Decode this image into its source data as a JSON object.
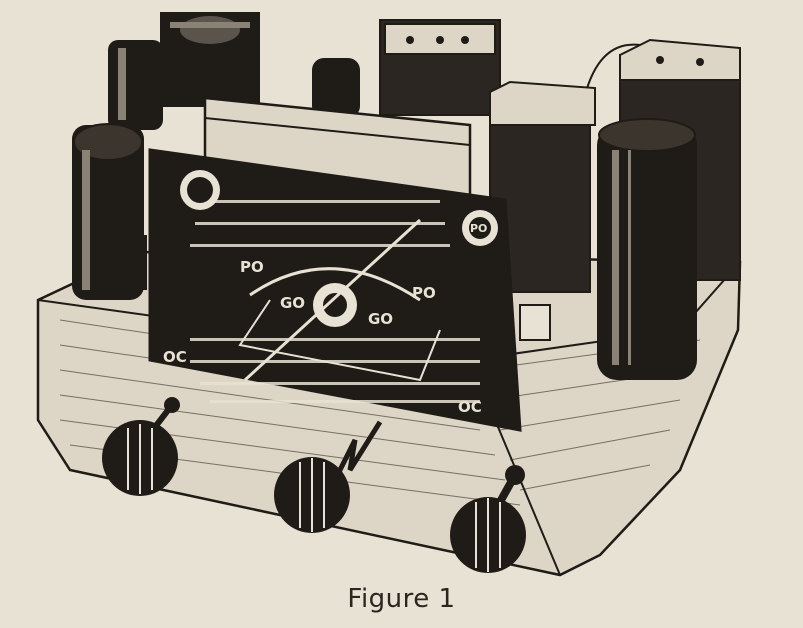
{
  "figure": {
    "caption": "Figure 1"
  },
  "dial": {
    "band_labels": {
      "upper_left": "PO",
      "upper_right": "PO",
      "center_left": "GO",
      "center_right": "GO",
      "lower_left": "OC",
      "lower_right": "OC",
      "corner_right": "PO"
    }
  },
  "colors": {
    "paper": "#e8e2d4",
    "ink": "#1f1b17"
  }
}
